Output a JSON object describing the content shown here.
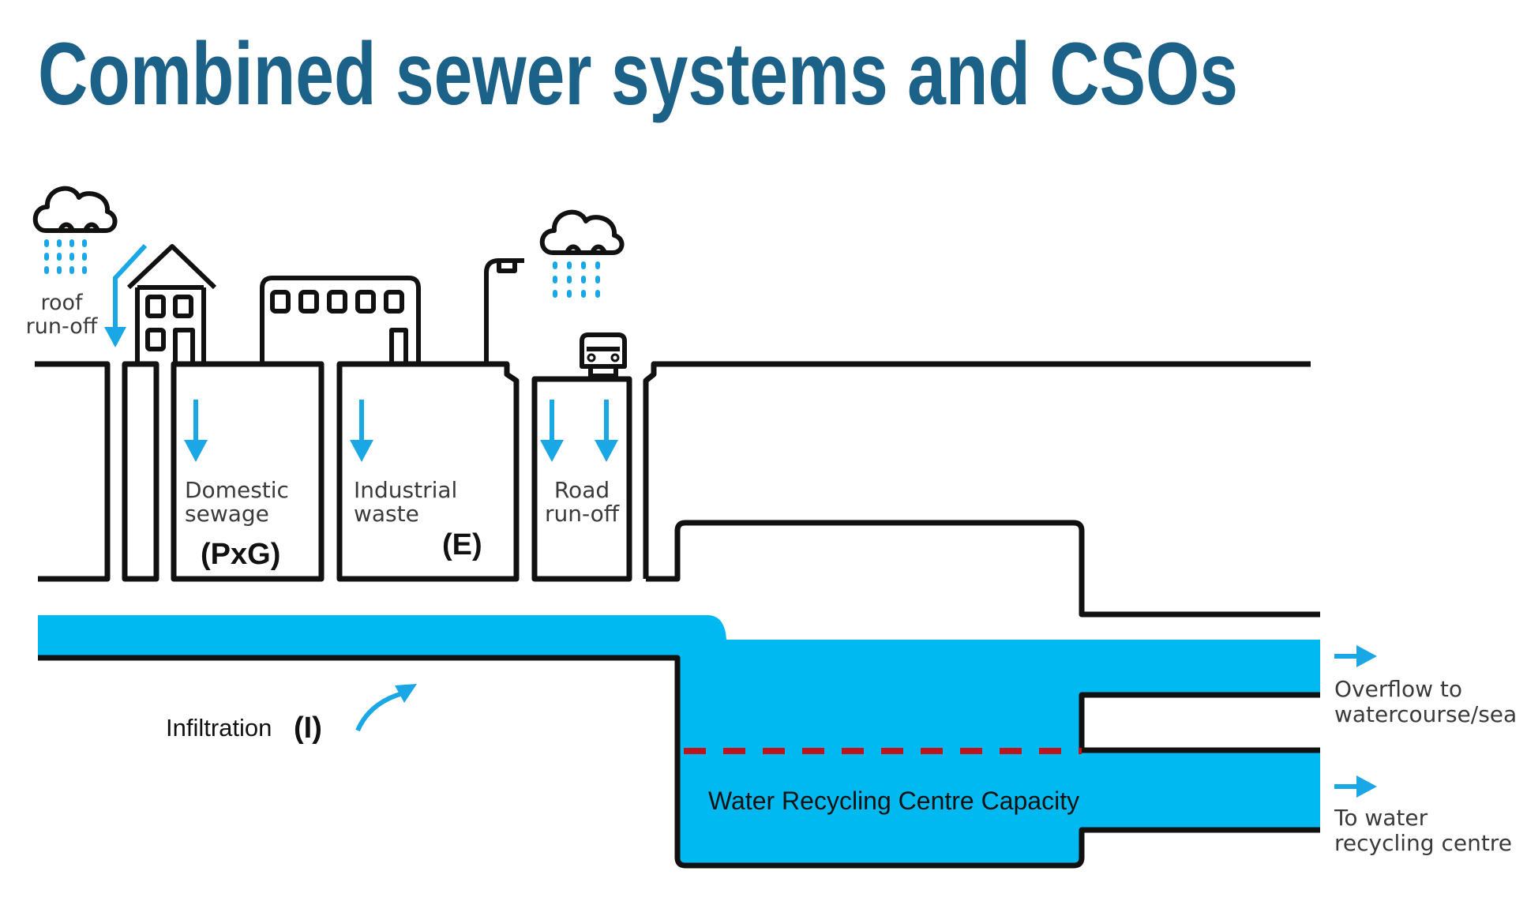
{
  "title": "Combined sewer systems and CSOs",
  "colors": {
    "title": "#1c6188",
    "water": "#00b9f0",
    "arrow": "#1aa7e6",
    "capacity_line": "#c0141c",
    "outline": "#111111"
  },
  "icons": {
    "cloud_left": "rain-cloud-icon",
    "cloud_road": "rain-cloud-icon",
    "house": "house-icon",
    "factory": "industrial-building-icon",
    "streetlamp": "street-lamp-icon",
    "car": "car-icon"
  },
  "labels": {
    "roof_runoff": [
      "roof",
      "run-off"
    ],
    "domestic": [
      "Domestic",
      "sewage"
    ],
    "domestic_code": "(PxG)",
    "industrial": [
      "Industrial",
      "waste"
    ],
    "industrial_code": "(E)",
    "road": [
      "Road",
      "run-off"
    ],
    "infiltration": "Infiltration",
    "infiltration_code": "(I)",
    "capacity": "Water Recycling Centre Capacity",
    "overflow": [
      "Overflow to",
      "watercourse/sea"
    ],
    "to_wrc": [
      "To water",
      "recycling centre"
    ]
  }
}
